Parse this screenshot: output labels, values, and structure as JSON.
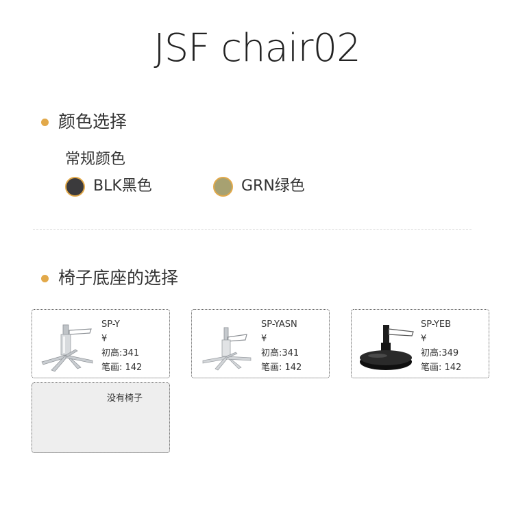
{
  "title": "JSF chair02",
  "color_section": {
    "heading": "颜色选择",
    "subheading": "常规颜色",
    "options": [
      {
        "label": "BLK黑色",
        "color": "#3b3a3c"
      },
      {
        "label": "GRN绿色",
        "color": "#a7a171"
      }
    ]
  },
  "base_section": {
    "heading": "椅子底座的选择",
    "options": [
      {
        "name": "SP-Y",
        "price": "¥",
        "height": "初高:341",
        "stroke": "笔画: 142",
        "icon": "chrome-star-base-icon"
      },
      {
        "name": "SP-YASN",
        "price": "¥",
        "height": "初高:341",
        "stroke": "笔画: 142",
        "icon": "chrome-star-base-icon"
      },
      {
        "name": "SP-YEB",
        "price": "¥",
        "height": "初高:349",
        "stroke": "笔画: 142",
        "icon": "black-round-base-icon"
      }
    ],
    "none_label": "没有椅子"
  },
  "colors": {
    "accent": "#e2a94a",
    "none_bg": "#eeeeee"
  }
}
